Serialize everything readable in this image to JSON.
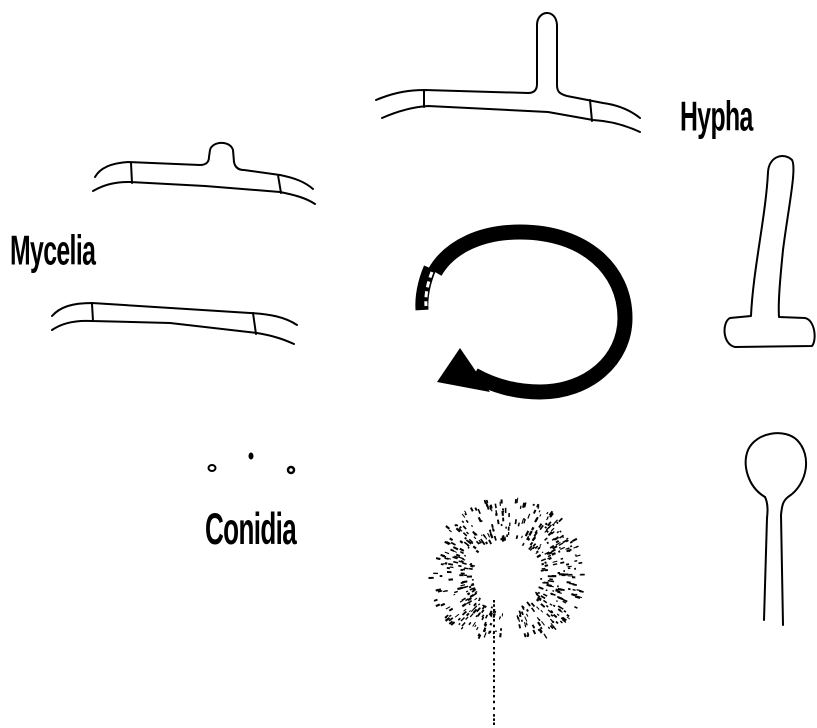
{
  "labels": {
    "mycelia": "Mycelia",
    "hypha": "Hypha",
    "conidia": "Conidia"
  },
  "colors": {
    "ink": "#000000",
    "background": "#ffffff"
  }
}
